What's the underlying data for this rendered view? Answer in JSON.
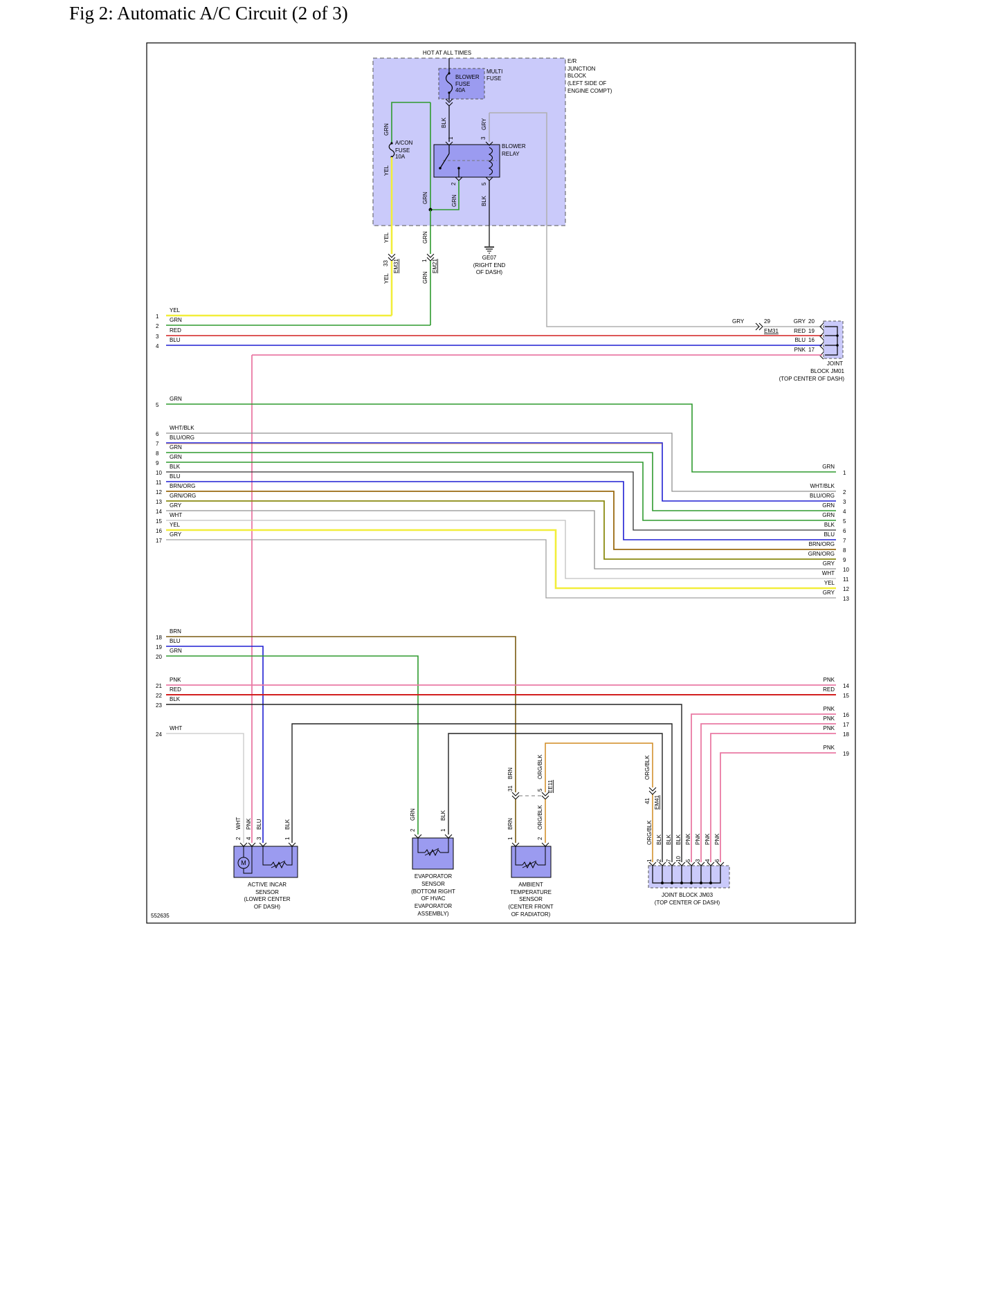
{
  "title": "Fig 2: Automatic A/C Circuit (2 of 3)",
  "diagram_id": "552635",
  "top_label": "HOT AT ALL TIMES",
  "er_junction_block": {
    "label_lines": [
      "E/R",
      "JUNCTION",
      "BLOCK",
      "(LEFT SIDE OF",
      "ENGINE COMPT)"
    ]
  },
  "multi_fuse_label": [
    "MULTI",
    "FUSE"
  ],
  "blower_fuse": {
    "label_lines": [
      "BLOWER",
      "FUSE",
      "40A"
    ]
  },
  "acon_fuse": {
    "label_lines": [
      "A/CON",
      "FUSE",
      "10A"
    ]
  },
  "blower_relay": {
    "label_lines": [
      "BLOWER",
      "RELAY"
    ],
    "pins": [
      "1",
      "3",
      "2",
      "5"
    ]
  },
  "ground": {
    "label_lines": [
      "GE07",
      "(RIGHT END",
      "OF DASH)"
    ]
  },
  "upper_wire_labels": {
    "grn": "GRN",
    "yel": "YEL",
    "blk": "BLK",
    "gry": "GRY"
  },
  "connectors": {
    "em31": "EM31",
    "em21": "EM21",
    "ee11": "EE11",
    "em41": "EM41"
  },
  "pin_numbers": {
    "em31_pin": "33",
    "em21_pin": "1",
    "em31_gry_pin": "29",
    "ee11_brn_pin": "31",
    "ee11_org_pin": "5",
    "em41_pin": "41"
  },
  "joint_block_jm01": {
    "label_lines": [
      "JOINT",
      "BLOCK JM01",
      "(TOP CENTER OF DASH)"
    ],
    "pins": [
      {
        "wire": "GRY",
        "pin": "20"
      },
      {
        "wire": "RED",
        "pin": "19"
      },
      {
        "wire": "BLU",
        "pin": "16"
      },
      {
        "wire": "PNK",
        "pin": "17"
      }
    ],
    "input_wire": "GRY"
  },
  "left_wires": [
    {
      "n": "1",
      "color": "YEL"
    },
    {
      "n": "2",
      "color": "GRN"
    },
    {
      "n": "3",
      "color": "RED"
    },
    {
      "n": "4",
      "color": "BLU"
    },
    {
      "n": "5",
      "color": "GRN"
    },
    {
      "n": "6",
      "color": "WHT/BLK"
    },
    {
      "n": "7",
      "color": "BLU/ORG"
    },
    {
      "n": "8",
      "color": "GRN"
    },
    {
      "n": "9",
      "color": "GRN"
    },
    {
      "n": "10",
      "color": "BLK"
    },
    {
      "n": "11",
      "color": "BLU"
    },
    {
      "n": "12",
      "color": "BRN/ORG"
    },
    {
      "n": "13",
      "color": "GRN/ORG"
    },
    {
      "n": "14",
      "color": "GRY"
    },
    {
      "n": "15",
      "color": "WHT"
    },
    {
      "n": "16",
      "color": "YEL"
    },
    {
      "n": "17",
      "color": "GRY"
    },
    {
      "n": "18",
      "color": "BRN"
    },
    {
      "n": "19",
      "color": "BLU"
    },
    {
      "n": "20",
      "color": "GRN"
    },
    {
      "n": "21",
      "color": "PNK"
    },
    {
      "n": "22",
      "color": "RED"
    },
    {
      "n": "23",
      "color": "BLK"
    },
    {
      "n": "24",
      "color": "WHT"
    }
  ],
  "right_wires": [
    {
      "n": "1",
      "color": "GRN"
    },
    {
      "n": "2",
      "color": "WHT/BLK"
    },
    {
      "n": "3",
      "color": "BLU/ORG"
    },
    {
      "n": "4",
      "color": "GRN"
    },
    {
      "n": "5",
      "color": "GRN"
    },
    {
      "n": "6",
      "color": "BLK"
    },
    {
      "n": "7",
      "color": "BLU"
    },
    {
      "n": "8",
      "color": "BRN/ORG"
    },
    {
      "n": "9",
      "color": "GRN/ORG"
    },
    {
      "n": "10",
      "color": "GRY"
    },
    {
      "n": "11",
      "color": "WHT"
    },
    {
      "n": "12",
      "color": "YEL"
    },
    {
      "n": "13",
      "color": "GRY"
    },
    {
      "n": "14",
      "color": "PNK"
    },
    {
      "n": "15",
      "color": "RED"
    },
    {
      "n": "16",
      "color": "PNK"
    },
    {
      "n": "17",
      "color": "PNK"
    },
    {
      "n": "18",
      "color": "PNK"
    },
    {
      "n": "19",
      "color": "PNK"
    }
  ],
  "components": {
    "incar": {
      "label_lines": [
        "ACTIVE INCAR",
        "SENSOR",
        "(LOWER CENTER",
        "OF DASH)"
      ],
      "motor": "M",
      "pins": [
        {
          "pin": "2",
          "wire": "WHT"
        },
        {
          "pin": "4",
          "wire": "PNK"
        },
        {
          "pin": "3",
          "wire": "BLU"
        },
        {
          "pin": "1",
          "wire": "BLK"
        }
      ]
    },
    "evaporator": {
      "label_lines": [
        "EVAPORATOR",
        "SENSOR",
        "(BOTTOM RIGHT",
        "OF HVAC",
        "EVAPORATOR",
        "ASSEMBLY)"
      ],
      "pins": [
        {
          "pin": "2",
          "wire": "GRN"
        },
        {
          "pin": "1",
          "wire": "BLK"
        }
      ]
    },
    "ambient": {
      "label_lines": [
        "AMBIENT",
        "TEMPERATURE",
        "SENSOR",
        "(CENTER FRONT",
        "OF RADIATOR)"
      ],
      "pins": [
        {
          "pin": "1",
          "wire": "BRN"
        },
        {
          "pin": "2",
          "wire": "ORG/BLK"
        }
      ],
      "upper_wires": [
        "BRN",
        "ORG/BLK"
      ]
    },
    "jm03": {
      "label_lines": [
        "JOINT BLOCK JM03",
        "(TOP CENTER OF DASH)"
      ],
      "input_wire": "ORG/BLK",
      "pins": [
        {
          "pin": "1",
          "wire": "ORG/BLK"
        },
        {
          "pin": "2",
          "wire": "BLK"
        },
        {
          "pin": "7",
          "wire": "BLK"
        },
        {
          "pin": "10",
          "wire": "BLK"
        },
        {
          "pin": "5",
          "wire": "PNK"
        },
        {
          "pin": "3",
          "wire": "PNK"
        },
        {
          "pin": "4",
          "wire": "PNK"
        },
        {
          "pin": "6",
          "wire": "PNK"
        }
      ]
    }
  }
}
